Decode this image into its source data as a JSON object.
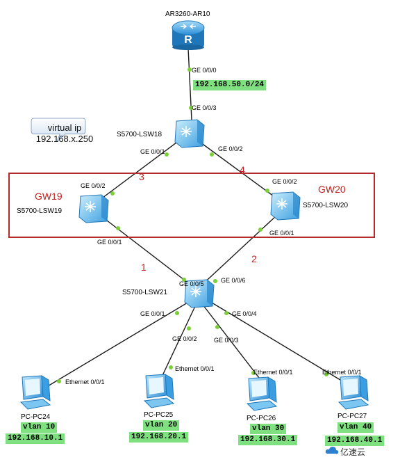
{
  "devices": {
    "router": {
      "name": "AR3260-AR10"
    },
    "lsw18": {
      "name": "S5700-LSW18"
    },
    "lsw19": {
      "name": "S5700-LSW19"
    },
    "lsw20": {
      "name": "S5700-LSW20"
    },
    "lsw21": {
      "name": "S5700-LSW21"
    },
    "pc24": {
      "name": "PC-PC24",
      "vlan": "vlan 10",
      "gateway": "192.168.10.1"
    },
    "pc25": {
      "name": "PC-PC25",
      "vlan": "vlan 20",
      "gateway": "192.168.20.1"
    },
    "pc26": {
      "name": "PC-PC26",
      "vlan": "vlan 30",
      "gateway": "192.168.30.1"
    },
    "pc27": {
      "name": "PC-PC27",
      "vlan": "vlan 40",
      "gateway": "192.168.40.1"
    }
  },
  "network_tag": "192.168.50.0/24",
  "callout": {
    "line1": "virtual ip",
    "line2": "192.168.x.250"
  },
  "gateways": {
    "left": "GW19",
    "right": "GW20"
  },
  "link_numbers": [
    "1",
    "2",
    "3",
    "4"
  ],
  "ports": {
    "ar_ge000": "GE 0/0/0",
    "lsw18_ge003": "GE 0/0/3",
    "lsw18_ge001": "GE 0/0/1",
    "lsw18_ge002": "GE 0/0/2",
    "lsw19_ge002": "GE 0/0/2",
    "lsw19_ge001": "GE 0/0/1",
    "lsw20_ge002": "GE 0/0/2",
    "lsw20_ge001": "GE 0/0/1",
    "lsw21_ge005": "GE 0/0/5",
    "lsw21_ge006": "GE 0/0/6",
    "lsw21_ge001": "GE 0/0/1",
    "lsw21_ge002": "GE 0/0/2",
    "lsw21_ge003": "GE 0/0/3",
    "lsw21_ge004": "GE 0/0/4",
    "pc24_eth": "Ethernet 0/0/1",
    "pc25_eth": "Ethernet 0/0/1",
    "pc26_eth": "Ethernet 0/0/1",
    "pc27_eth": "Ethernet 0/0/1"
  },
  "watermark": "亿速云",
  "colors": {
    "accent_red": "#c0201e",
    "tag_green": "#7fe07f",
    "device_blue": "#3aa0e0",
    "link_dot": "#7bd03a"
  }
}
